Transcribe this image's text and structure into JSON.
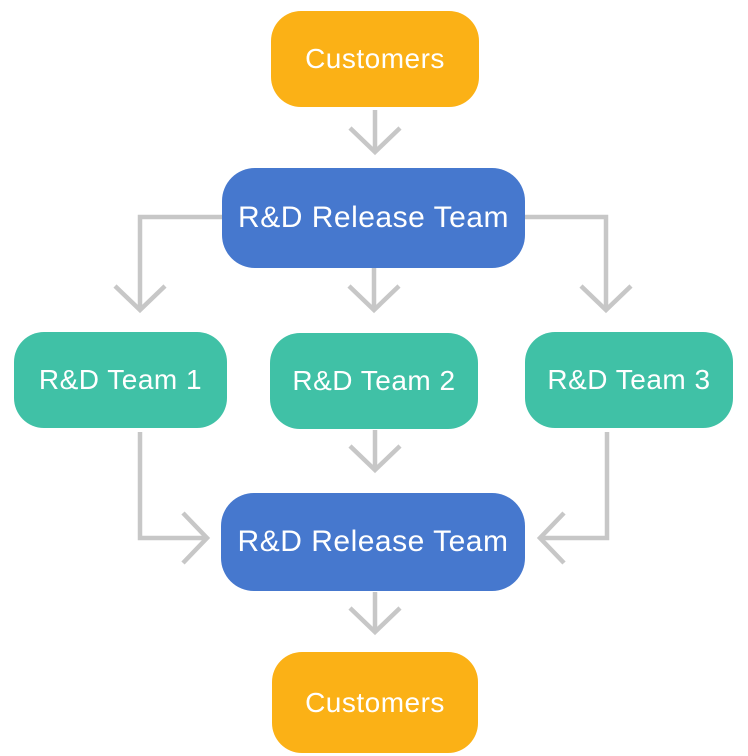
{
  "diagram": {
    "type": "flowchart",
    "nodes": [
      {
        "id": "customers-top",
        "label": "Customers",
        "shape": "rounded-rectangle",
        "color": "#fbb116",
        "text_color": "#ffffff"
      },
      {
        "id": "release-team-top",
        "label": "R&D Release Team",
        "shape": "rounded-rectangle",
        "color": "#4678ce",
        "text_color": "#ffffff"
      },
      {
        "id": "team-1",
        "label": "R&D Team 1",
        "shape": "rounded-rectangle",
        "color": "#40c1a6",
        "text_color": "#ffffff"
      },
      {
        "id": "team-2",
        "label": "R&D Team 2",
        "shape": "rounded-rectangle",
        "color": "#40c1a6",
        "text_color": "#ffffff"
      },
      {
        "id": "team-3",
        "label": "R&D Team 3",
        "shape": "rounded-rectangle",
        "color": "#40c1a6",
        "text_color": "#ffffff"
      },
      {
        "id": "release-team-bottom",
        "label": "R&D Release Team",
        "shape": "rounded-rectangle",
        "color": "#4678ce",
        "text_color": "#ffffff"
      },
      {
        "id": "customers-bottom",
        "label": "Customers",
        "shape": "rounded-rectangle",
        "color": "#fbb116",
        "text_color": "#ffffff"
      }
    ],
    "edges": [
      {
        "from": "customers-top",
        "to": "release-team-top",
        "style": "open-v-arrow"
      },
      {
        "from": "release-team-top",
        "to": "team-1",
        "style": "open-v-arrow"
      },
      {
        "from": "release-team-top",
        "to": "team-2",
        "style": "open-v-arrow"
      },
      {
        "from": "release-team-top",
        "to": "team-3",
        "style": "open-v-arrow"
      },
      {
        "from": "team-1",
        "to": "release-team-bottom",
        "style": "open-v-arrow"
      },
      {
        "from": "team-2",
        "to": "release-team-bottom",
        "style": "open-v-arrow"
      },
      {
        "from": "team-3",
        "to": "release-team-bottom",
        "style": "open-v-arrow"
      },
      {
        "from": "release-team-bottom",
        "to": "customers-bottom",
        "style": "open-v-arrow"
      }
    ],
    "colors": {
      "orange": "#fbb116",
      "blue": "#4678ce",
      "teal": "#40c1a6",
      "arrow": "#c7c7c7",
      "background": "#ffffff"
    }
  }
}
